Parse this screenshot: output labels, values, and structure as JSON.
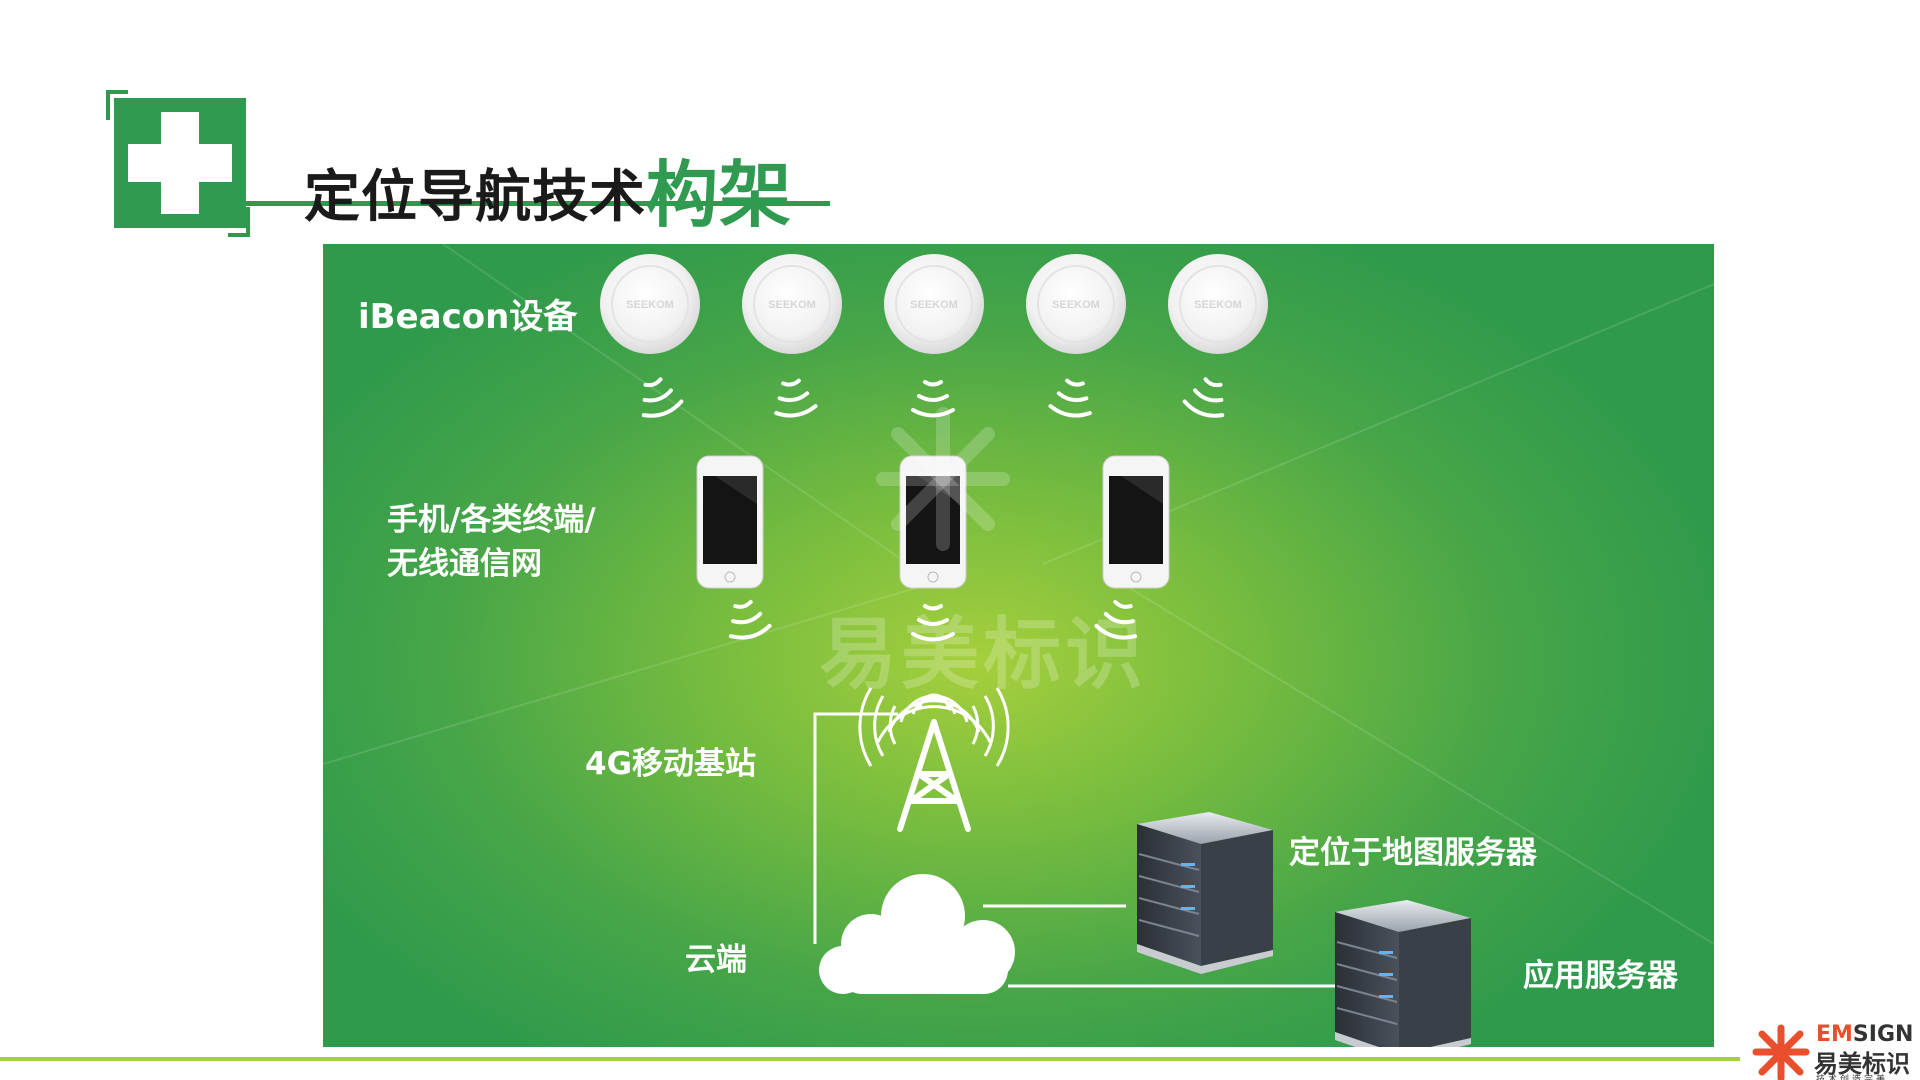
{
  "header": {
    "title_main": "定位导航技术",
    "title_accent": "构架"
  },
  "diagram": {
    "beacon_label": "iBeacon设备",
    "phone_label_line1": "手机/各类终端/",
    "phone_label_line2": "无线通信网",
    "tower_label": "4G移动基站",
    "cloud_label": "云端",
    "map_server_label": "定位于地图服务器",
    "app_server_label": "应用服务器",
    "beacon_brand": "SEEKOM",
    "watermark": "易美标识"
  },
  "logo": {
    "en_em": "EM",
    "en_sign": "SIGN",
    "cn": "易美标识",
    "sub": "技术创造完美"
  },
  "colors": {
    "brand_green": "#2f9a50",
    "accent_lime": "#a6cf3c",
    "logo_orange": "#e94f2c"
  }
}
